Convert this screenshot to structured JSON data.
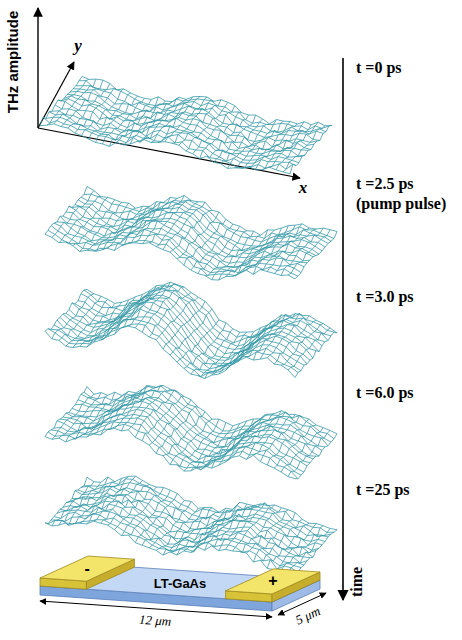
{
  "diagram": {
    "nodes": [
      {
        "text": [
          "LT-GaAs"
        ]
      },
      {
        "text": [
          "-"
        ],
        "in": 0
      },
      {
        "text": [
          "+"
        ],
        "in": 0
      }
    ],
    "labels": [
      "THz amplitude",
      "y",
      "x",
      "t =0 ps",
      "t =2.5 ps",
      "(pump pulse)",
      "t =3.0 ps",
      "t =6.0 ps",
      "t =25 ps",
      "time",
      "12 μm",
      "5 μm"
    ]
  }
}
